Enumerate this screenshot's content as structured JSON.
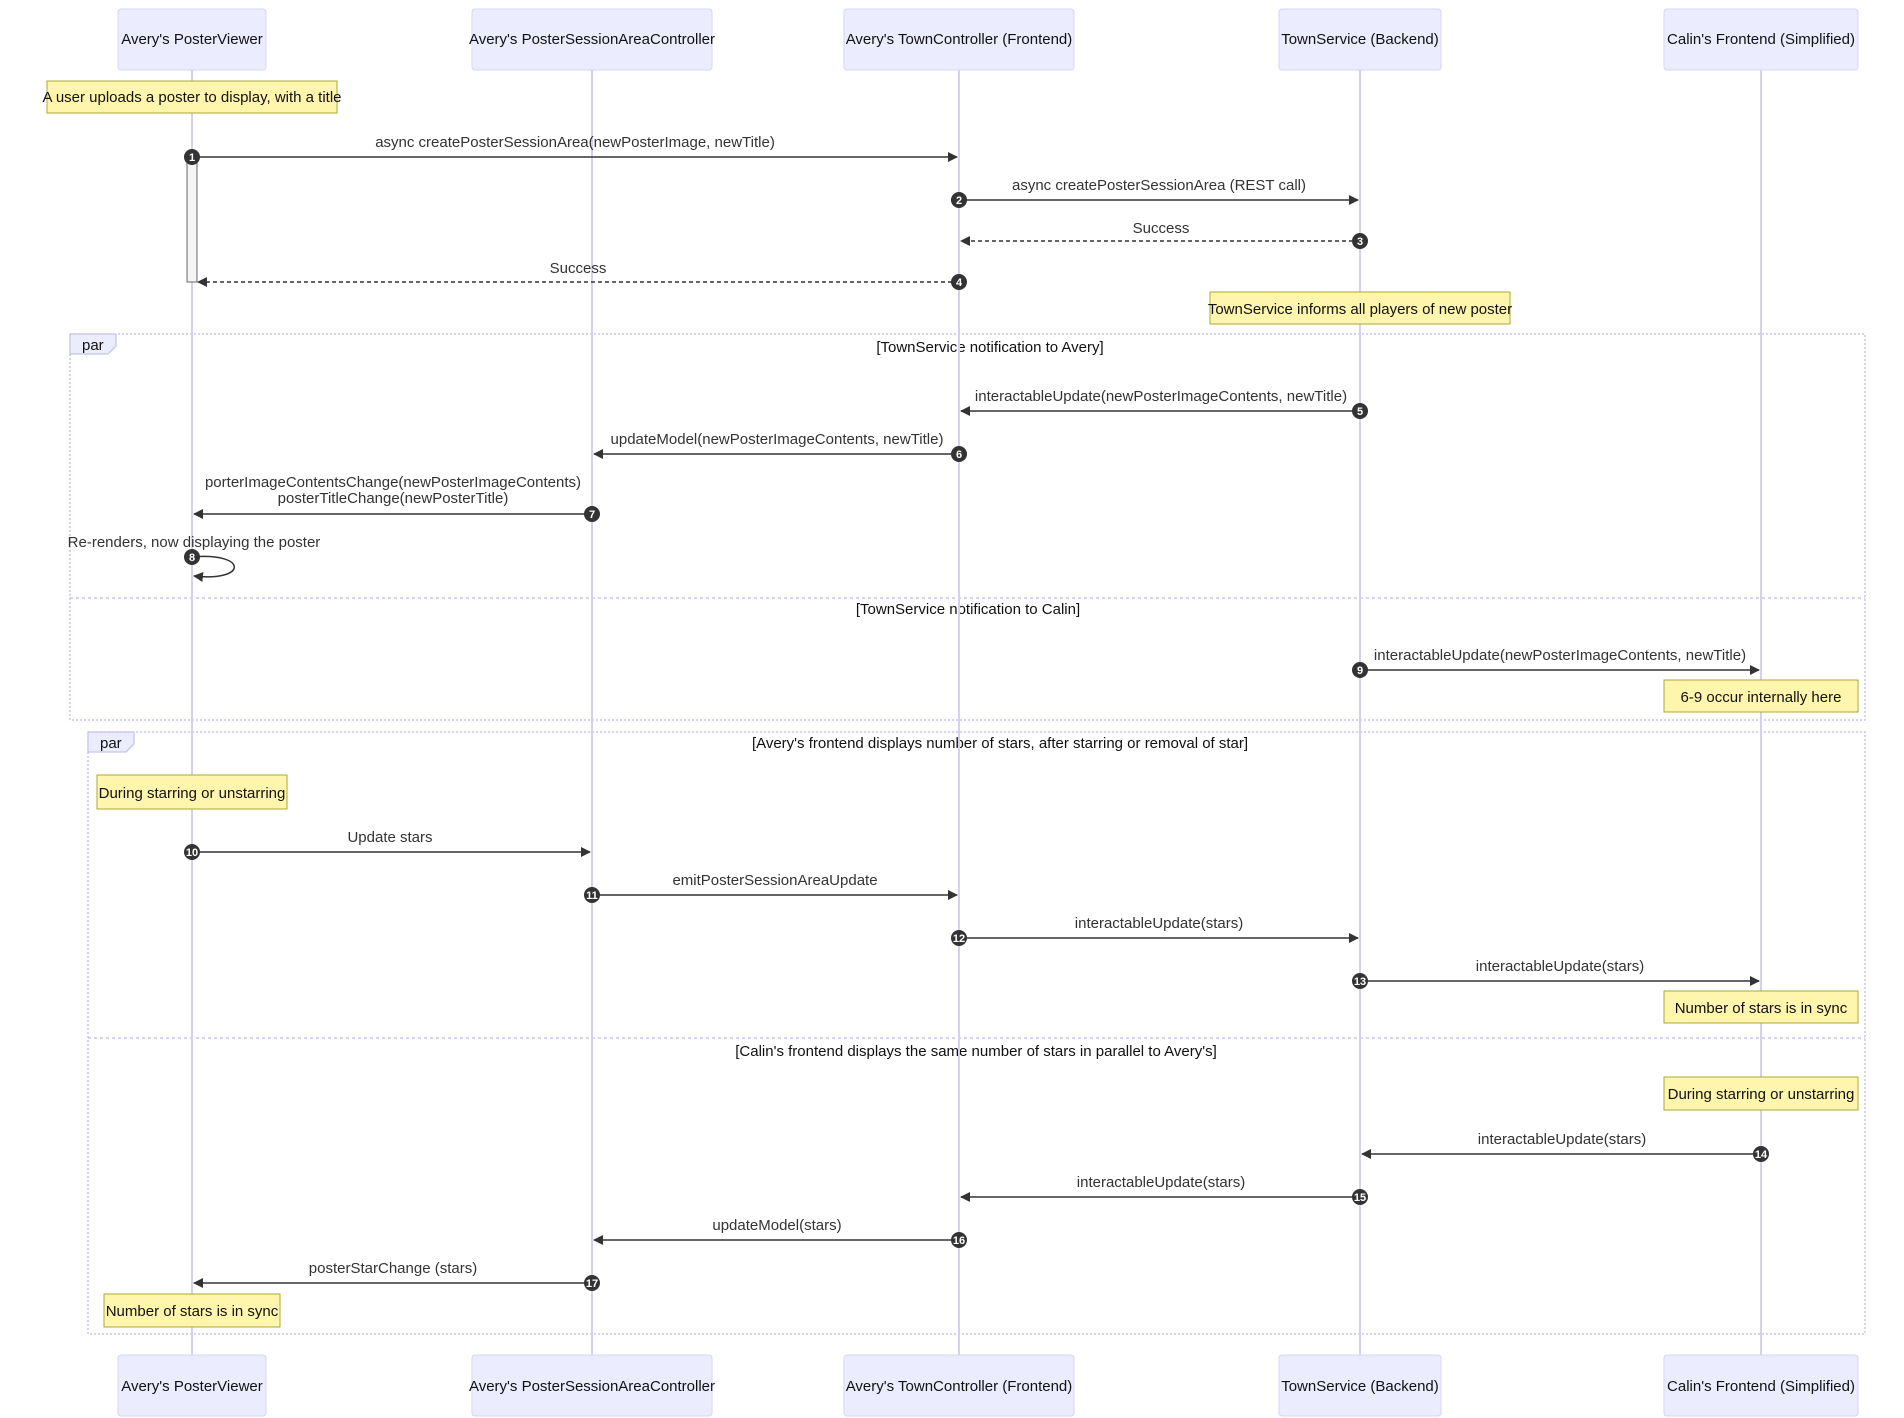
{
  "actors": [
    {
      "id": "pv",
      "label": "Avery's PosterViewer"
    },
    {
      "id": "psac",
      "label": "Avery's PosterSessionAreaController"
    },
    {
      "id": "tc",
      "label": "Avery's TownController (Frontend)"
    },
    {
      "id": "ts",
      "label": "TownService (Backend)"
    },
    {
      "id": "cf",
      "label": "Calin's Frontend (Simplified)"
    }
  ],
  "notes": [
    {
      "id": "n1",
      "text": "A user uploads a poster to display, with a title"
    },
    {
      "id": "n2",
      "text": "TownService informs all players of new poster"
    },
    {
      "id": "n3",
      "text": "6-9 occur internally here"
    },
    {
      "id": "n4",
      "text": "During starring or unstarring"
    },
    {
      "id": "n5",
      "text": "Number of stars is in sync"
    },
    {
      "id": "n6",
      "text": "During starring or unstarring"
    },
    {
      "id": "n7",
      "text": "Number of stars is in sync"
    }
  ],
  "fragments": [
    {
      "id": "par1",
      "label": "par",
      "conditions": [
        "[TownService notification to Avery]",
        "[TownService notification to Calin]"
      ]
    },
    {
      "id": "par2",
      "label": "par",
      "conditions": [
        "[Avery's frontend displays number of stars, after starring or removal of star]",
        "[Calin's frontend displays the same number of stars in parallel to Avery's]"
      ]
    }
  ],
  "messages": [
    {
      "seq": "1",
      "from": "pv",
      "to": "tc",
      "style": "solid",
      "lines": [
        "async createPosterSessionArea(newPosterImage, newTitle)"
      ]
    },
    {
      "seq": "2",
      "from": "tc",
      "to": "ts",
      "style": "solid",
      "lines": [
        "async createPosterSessionArea (REST call)"
      ]
    },
    {
      "seq": "3",
      "from": "ts",
      "to": "tc",
      "style": "dashed",
      "lines": [
        "Success"
      ]
    },
    {
      "seq": "4",
      "from": "tc",
      "to": "pv",
      "style": "dashed",
      "lines": [
        "Success"
      ]
    },
    {
      "seq": "5",
      "from": "ts",
      "to": "tc",
      "style": "solid",
      "lines": [
        "interactableUpdate(newPosterImageContents, newTitle)"
      ]
    },
    {
      "seq": "6",
      "from": "tc",
      "to": "psac",
      "style": "solid",
      "lines": [
        "updateModel(newPosterImageContents, newTitle)"
      ]
    },
    {
      "seq": "7",
      "from": "psac",
      "to": "pv",
      "style": "solid",
      "lines": [
        "porterImageContentsChange(newPosterImageContents)",
        "posterTitleChange(newPosterTitle)"
      ]
    },
    {
      "seq": "8",
      "from": "pv",
      "to": "pv",
      "style": "self",
      "lines": [
        "Re-renders, now displaying the poster"
      ]
    },
    {
      "seq": "9",
      "from": "ts",
      "to": "cf",
      "style": "solid",
      "lines": [
        "interactableUpdate(newPosterImageContents, newTitle)"
      ]
    },
    {
      "seq": "10",
      "from": "pv",
      "to": "psac",
      "style": "solid",
      "lines": [
        "Update stars"
      ]
    },
    {
      "seq": "11",
      "from": "psac",
      "to": "tc",
      "style": "solid",
      "lines": [
        "emitPosterSessionAreaUpdate"
      ]
    },
    {
      "seq": "12",
      "from": "tc",
      "to": "ts",
      "style": "solid",
      "lines": [
        "interactableUpdate(stars)"
      ]
    },
    {
      "seq": "13",
      "from": "ts",
      "to": "cf",
      "style": "solid",
      "lines": [
        "interactableUpdate(stars)"
      ]
    },
    {
      "seq": "14",
      "from": "cf",
      "to": "ts",
      "style": "solid",
      "lines": [
        "interactableUpdate(stars)"
      ]
    },
    {
      "seq": "15",
      "from": "ts",
      "to": "tc",
      "style": "solid",
      "lines": [
        "interactableUpdate(stars)"
      ]
    },
    {
      "seq": "16",
      "from": "tc",
      "to": "psac",
      "style": "solid",
      "lines": [
        "updateModel(stars)"
      ]
    },
    {
      "seq": "17",
      "from": "psac",
      "to": "pv",
      "style": "solid",
      "lines": [
        "posterStarChange (stars)"
      ]
    }
  ]
}
